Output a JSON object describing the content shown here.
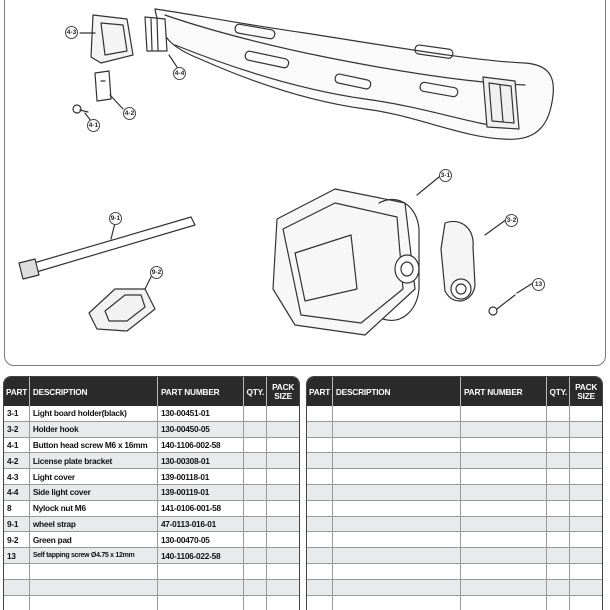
{
  "callouts": {
    "c_4_3": "4-3",
    "c_4_4": "4-4",
    "c_4_2": "4-2",
    "c_4_1": "4-1",
    "c_3_1": "3-1",
    "c_3_2": "3-2",
    "c_9_1": "9-1",
    "c_9_2": "9-2",
    "c_13": "13"
  },
  "table": {
    "headers": {
      "part": "PART",
      "description": "DESCRIPTION",
      "part_number": "PART NUMBER",
      "qty": "QTY.",
      "pack_size_line1": "PACK",
      "pack_size_line2": "SIZE"
    },
    "rows": [
      {
        "part": "3-1",
        "description": "Light board holder(black)",
        "part_number": "130-00451-01",
        "qty": "",
        "pack": ""
      },
      {
        "part": "3-2",
        "description": "Holder hook",
        "part_number": "130-00450-05",
        "qty": "",
        "pack": ""
      },
      {
        "part": "4-1",
        "description": "Button head screw M6 x 16mm",
        "part_number": "140-1106-002-58",
        "qty": "",
        "pack": ""
      },
      {
        "part": "4-2",
        "description": "License plate bracket",
        "part_number": "130-00308-01",
        "qty": "",
        "pack": ""
      },
      {
        "part": "4-3",
        "description": "Light cover",
        "part_number": "139-00118-01",
        "qty": "",
        "pack": ""
      },
      {
        "part": "4-4",
        "description": "Side light cover",
        "part_number": "139-00119-01",
        "qty": "",
        "pack": ""
      },
      {
        "part": "8",
        "description": "Nylock nut M6",
        "part_number": "141-0106-001-58",
        "qty": "",
        "pack": ""
      },
      {
        "part": "9-1",
        "description": "wheel strap",
        "part_number": "47-0113-016-01",
        "qty": "",
        "pack": ""
      },
      {
        "part": "9-2",
        "description": "Green pad",
        "part_number": "130-00470-05",
        "qty": "",
        "pack": ""
      },
      {
        "part": "13",
        "description": "Self tapping screw Ø4.75 x 12mm",
        "part_number": "140-1106-022-58",
        "qty": "",
        "pack": ""
      },
      {
        "part": "",
        "description": "",
        "part_number": "",
        "qty": "",
        "pack": ""
      },
      {
        "part": "",
        "description": "",
        "part_number": "",
        "qty": "",
        "pack": ""
      },
      {
        "part": "",
        "description": "",
        "part_number": "",
        "qty": "",
        "pack": ""
      }
    ]
  }
}
